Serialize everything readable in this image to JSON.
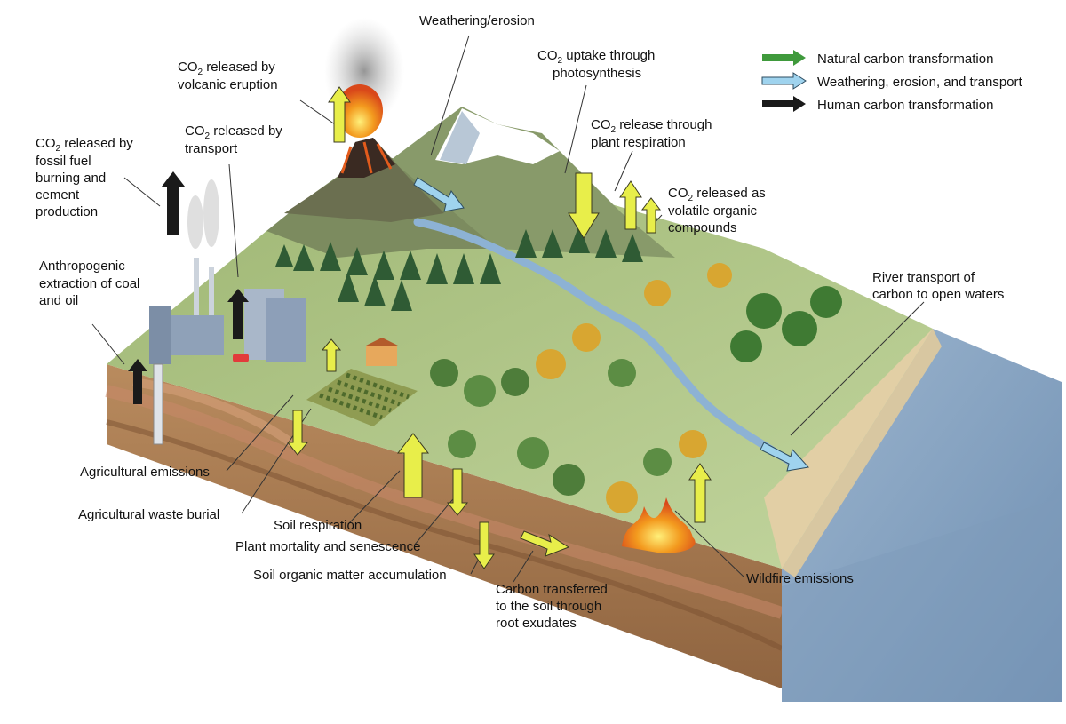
{
  "legend": {
    "natural": "Natural carbon transformation",
    "weathering": "Weathering, erosion, and transport",
    "human": "Human carbon transformation"
  },
  "colors": {
    "natural_arrow": "#3f9a3c",
    "weathering_arrow": "#9fd3ee",
    "human_arrow": "#1a1a1a",
    "flux_arrow": "#e8ee4a",
    "water": "#8aa6c2",
    "soil": "#a67a52",
    "grass": "#97b46c"
  },
  "labels": {
    "weathering_erosion": "Weathering/erosion",
    "co2_volcanic_a": "released by",
    "co2_volcanic_b": "volcanic eruption",
    "co2_photo_a": "uptake through",
    "co2_photo_b": "photosynthesis",
    "co2_transport_a": "released by",
    "co2_transport_b": "transport",
    "co2_fossil_a": "released by",
    "co2_fossil_b": "fossil fuel",
    "co2_fossil_c": "burning and",
    "co2_fossil_d": "cement",
    "co2_fossil_e": "production",
    "co2_resp_a": "release through",
    "co2_resp_b": "plant respiration",
    "co2_voc_a": "released as",
    "co2_voc_b": "volatile organic",
    "co2_voc_c": "compounds",
    "anthropogenic_a": "Anthropogenic",
    "anthropogenic_b": "extraction of coal",
    "anthropogenic_c": "and oil",
    "river_a": "River transport of",
    "river_b": "carbon to open waters",
    "agri_emissions": "Agricultural emissions",
    "agri_waste": "Agricultural waste burial",
    "soil_resp": "Soil respiration",
    "plant_mortality": "Plant mortality and senescence",
    "som_accum": "Soil organic matter accumulation",
    "root_a": "Carbon transferred",
    "root_b": "to the soil through",
    "root_c": "root exudates",
    "wildfire": "Wildfire emissions",
    "co2_co": "CO",
    "co2_sub": "2"
  }
}
